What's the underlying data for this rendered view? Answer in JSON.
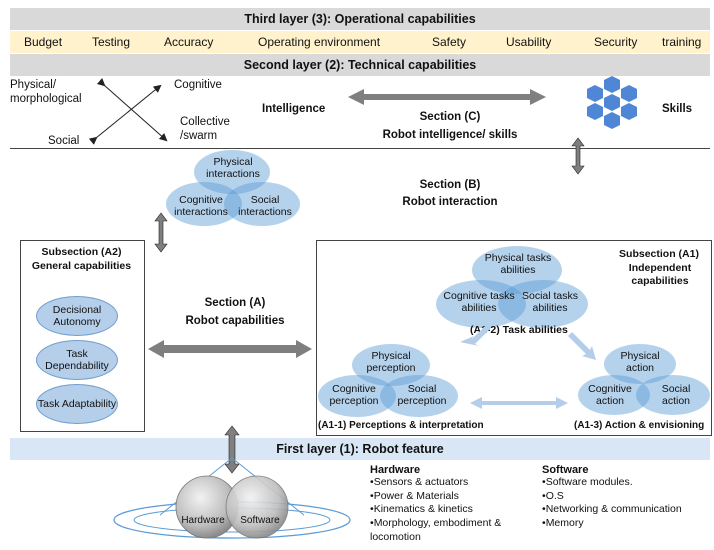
{
  "third_layer": {
    "title": "Third layer (3): Operational capabilities",
    "items": [
      "Budget",
      "Testing",
      "Accuracy",
      "Operating environment",
      "Safety",
      "Usability",
      "Security",
      "training"
    ]
  },
  "second_layer": {
    "title": "Second layer (2): Technical capabilities",
    "intelligence_types": [
      "Physical/\nmorphological",
      "Cognitive",
      "Social",
      "Collective\n/swarm"
    ],
    "intelligence_label": "Intelligence",
    "section_c_title": "Section (C)",
    "section_c_subtitle": "Robot intelligence/ skills",
    "skills_label": "Skills"
  },
  "section_b": {
    "title": "Section (B)",
    "subtitle": "Robot interaction",
    "interactions": [
      "Physical interactions",
      "Cognitive interactions",
      "Social interactions"
    ]
  },
  "subsection_a2": {
    "title": "Subsection (A2)",
    "subtitle": "General capabilities",
    "items": [
      "Decisional Autonomy",
      "Task Dependability",
      "Task Adaptability"
    ]
  },
  "section_a": {
    "title": "Section (A)",
    "subtitle": "Robot capabilities"
  },
  "subsection_a1": {
    "title": "Subsection (A1)",
    "subtitle": "Independent capabilities",
    "task_abilities": {
      "label": "(A1-2) Task abilities",
      "items": [
        "Physical tasks abilities",
        "Cognitive tasks abilities",
        "Social tasks abilities"
      ]
    },
    "perceptions": {
      "label": "(A1-1) Perceptions & interpretation",
      "items": [
        "Physical perception",
        "Cognitive perception",
        "Social perception"
      ]
    },
    "action": {
      "label": "(A1-3) Action & envisioning",
      "items": [
        "Physical action",
        "Cognitive action",
        "Social action"
      ]
    }
  },
  "first_layer": {
    "title": "First layer (1): Robot feature",
    "spheres": [
      "Hardware",
      "Software"
    ],
    "hardware": {
      "title": "Hardware",
      "items": [
        "Sensors & actuators",
        "Power & Materials",
        "Kinematics & kinetics",
        "Morphology, embodiment & locomotion"
      ]
    },
    "software": {
      "title": "Software",
      "items": [
        "Software modules.",
        "O.S",
        "Networking & communication",
        "Memory"
      ]
    }
  },
  "colors": {
    "bubble": "#5b9bd5",
    "arrow": "#7f7f7f",
    "light_arrow": "#aac6e8",
    "band_gray": "#d9d9d9",
    "band_yellow": "#fff2cc",
    "band_blue": "#d9e6f5"
  }
}
